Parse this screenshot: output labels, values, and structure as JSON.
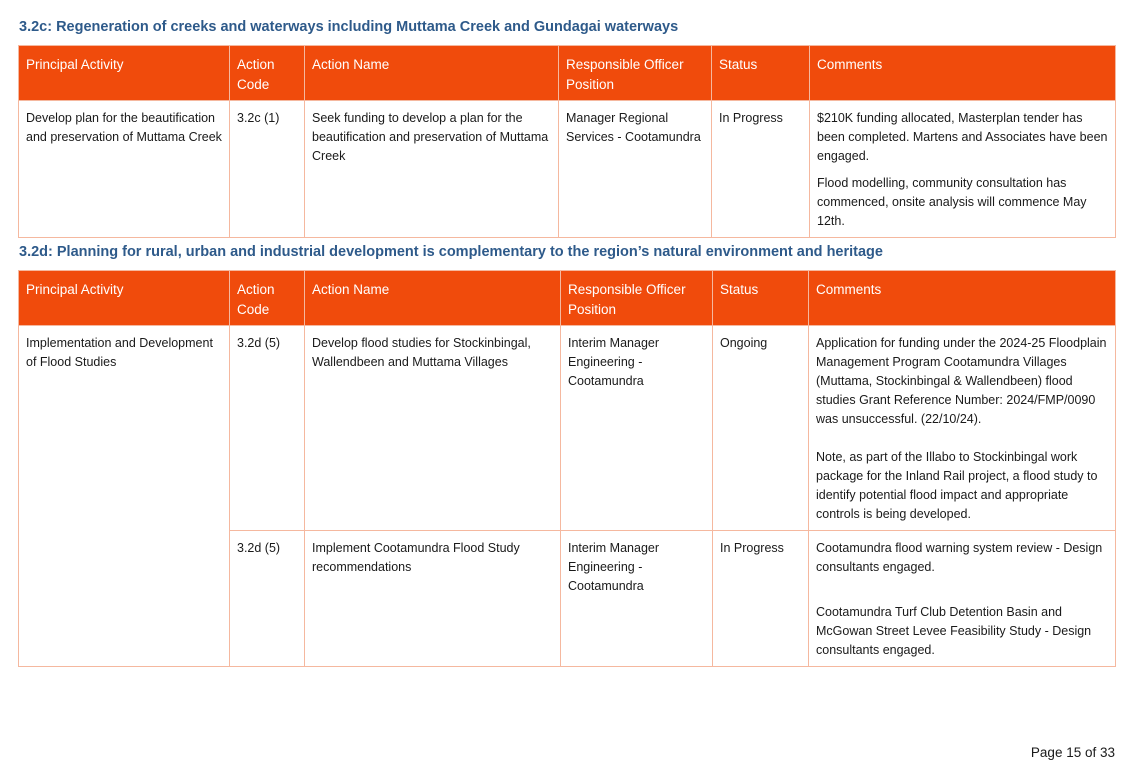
{
  "section_c": {
    "heading": "3.2c: Regeneration of creeks and waterways including Muttama Creek and Gundagai waterways",
    "headers": {
      "principal_activity": "Principal Activity",
      "action_code": "Action Code",
      "action_name": "Action Name",
      "officer": "Responsible Officer Position",
      "status": "Status",
      "comments": "Comments"
    },
    "rows": [
      {
        "principal_activity": "Develop plan for the beautification and preservation of Muttama Creek",
        "action_code": "3.2c (1)",
        "action_name": "Seek funding to develop a plan for the beautification and preservation of Muttama Creek",
        "officer": "Manager Regional Services - Cootamundra",
        "status": "In Progress",
        "comments": [
          "$210K funding allocated, Masterplan tender has been completed. Martens and Associates have been engaged.",
          "Flood modelling, community consultation has commenced, onsite analysis will commence May 12th."
        ]
      }
    ]
  },
  "section_d": {
    "heading": "3.2d: Planning for rural, urban and industrial development is complementary to the region’s natural environment and heritage",
    "headers": {
      "principal_activity": "Principal Activity",
      "action_code": "Action Code",
      "action_name": "Action Name",
      "officer": "Responsible Officer Position",
      "status": "Status",
      "comments": "Comments"
    },
    "principal_activity": "Implementation and Development of Flood Studies",
    "rows": [
      {
        "action_code": "3.2d (5)",
        "action_name": "Develop flood studies for Stockinbingal, Wallendbeen and Muttama Villages",
        "officer": "Interim Manager Engineering - Cootamundra",
        "status": "Ongoing",
        "comments": [
          "Application for funding under the 2024-25 Floodplain Management Program Cootamundra Villages (Muttama, Stockinbingal & Wallendbeen) flood studies Grant Reference Number: 2024/FMP/0090 was unsuccessful. (22/10/24).",
          "Note, as part of the Illabo to Stockinbingal work package for the Inland Rail project, a flood study to identify potential flood impact and appropriate controls is being developed."
        ]
      },
      {
        "action_code": "3.2d (5)",
        "action_name": "Implement Cootamundra Flood Study recommendations",
        "officer": "Interim Manager Engineering - Cootamundra",
        "status": "In Progress",
        "comments": [
          "Cootamundra flood warning system review - Design consultants engaged.",
          "Cootamundra Turf Club Detention Basin and McGowan Street Levee Feasibility Study - Design consultants engaged."
        ]
      }
    ]
  },
  "footer": {
    "page_label": "Page 15 of 33"
  }
}
